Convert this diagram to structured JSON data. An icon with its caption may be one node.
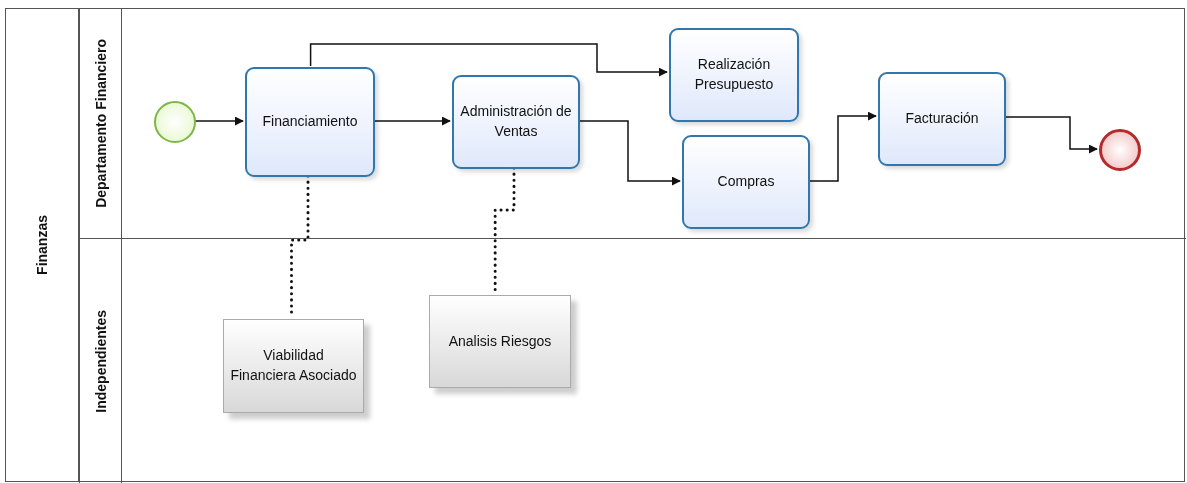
{
  "diagram": {
    "nodes": [
      {
        "text": [
          "Finanzas"
        ]
      },
      {
        "text": [
          "Departamento Financiero"
        ],
        "in": 0
      },
      {
        "text": [
          "Independientes"
        ],
        "in": 0
      },
      {
        "text": [],
        "shape": "circle",
        "in": 1
      },
      {
        "text": [
          "Financiamiento"
        ],
        "in": 1
      },
      {
        "text": [
          "Administración de Ventas"
        ],
        "in": 1
      },
      {
        "text": [
          "Realización Presupuesto"
        ],
        "in": 1
      },
      {
        "text": [
          "Compras"
        ],
        "in": 1
      },
      {
        "text": [
          "Facturación"
        ],
        "in": 1
      },
      {
        "text": [],
        "shape": "circle",
        "in": 1
      },
      {
        "text": [
          "Viabilidad Financiera Asociado"
        ],
        "in": 2
      },
      {
        "text": [
          "Analisis  Riesgos"
        ],
        "in": 2
      }
    ],
    "edges": [
      {
        "from": 3,
        "to": 4,
        "arrow": "to"
      },
      {
        "from": 4,
        "to": 5,
        "arrow": "to"
      },
      {
        "from": 4,
        "to": 6,
        "arrow": "to"
      },
      {
        "from": 5,
        "to": 7,
        "arrow": "to"
      },
      {
        "from": 7,
        "to": 8,
        "arrow": "to"
      },
      {
        "from": 8,
        "to": 9,
        "arrow": "to"
      },
      {
        "from": 4,
        "to": 10,
        "arrow": "none",
        "style": "dashed"
      },
      {
        "from": 5,
        "to": 11,
        "arrow": "none",
        "style": "dashed"
      }
    ]
  }
}
